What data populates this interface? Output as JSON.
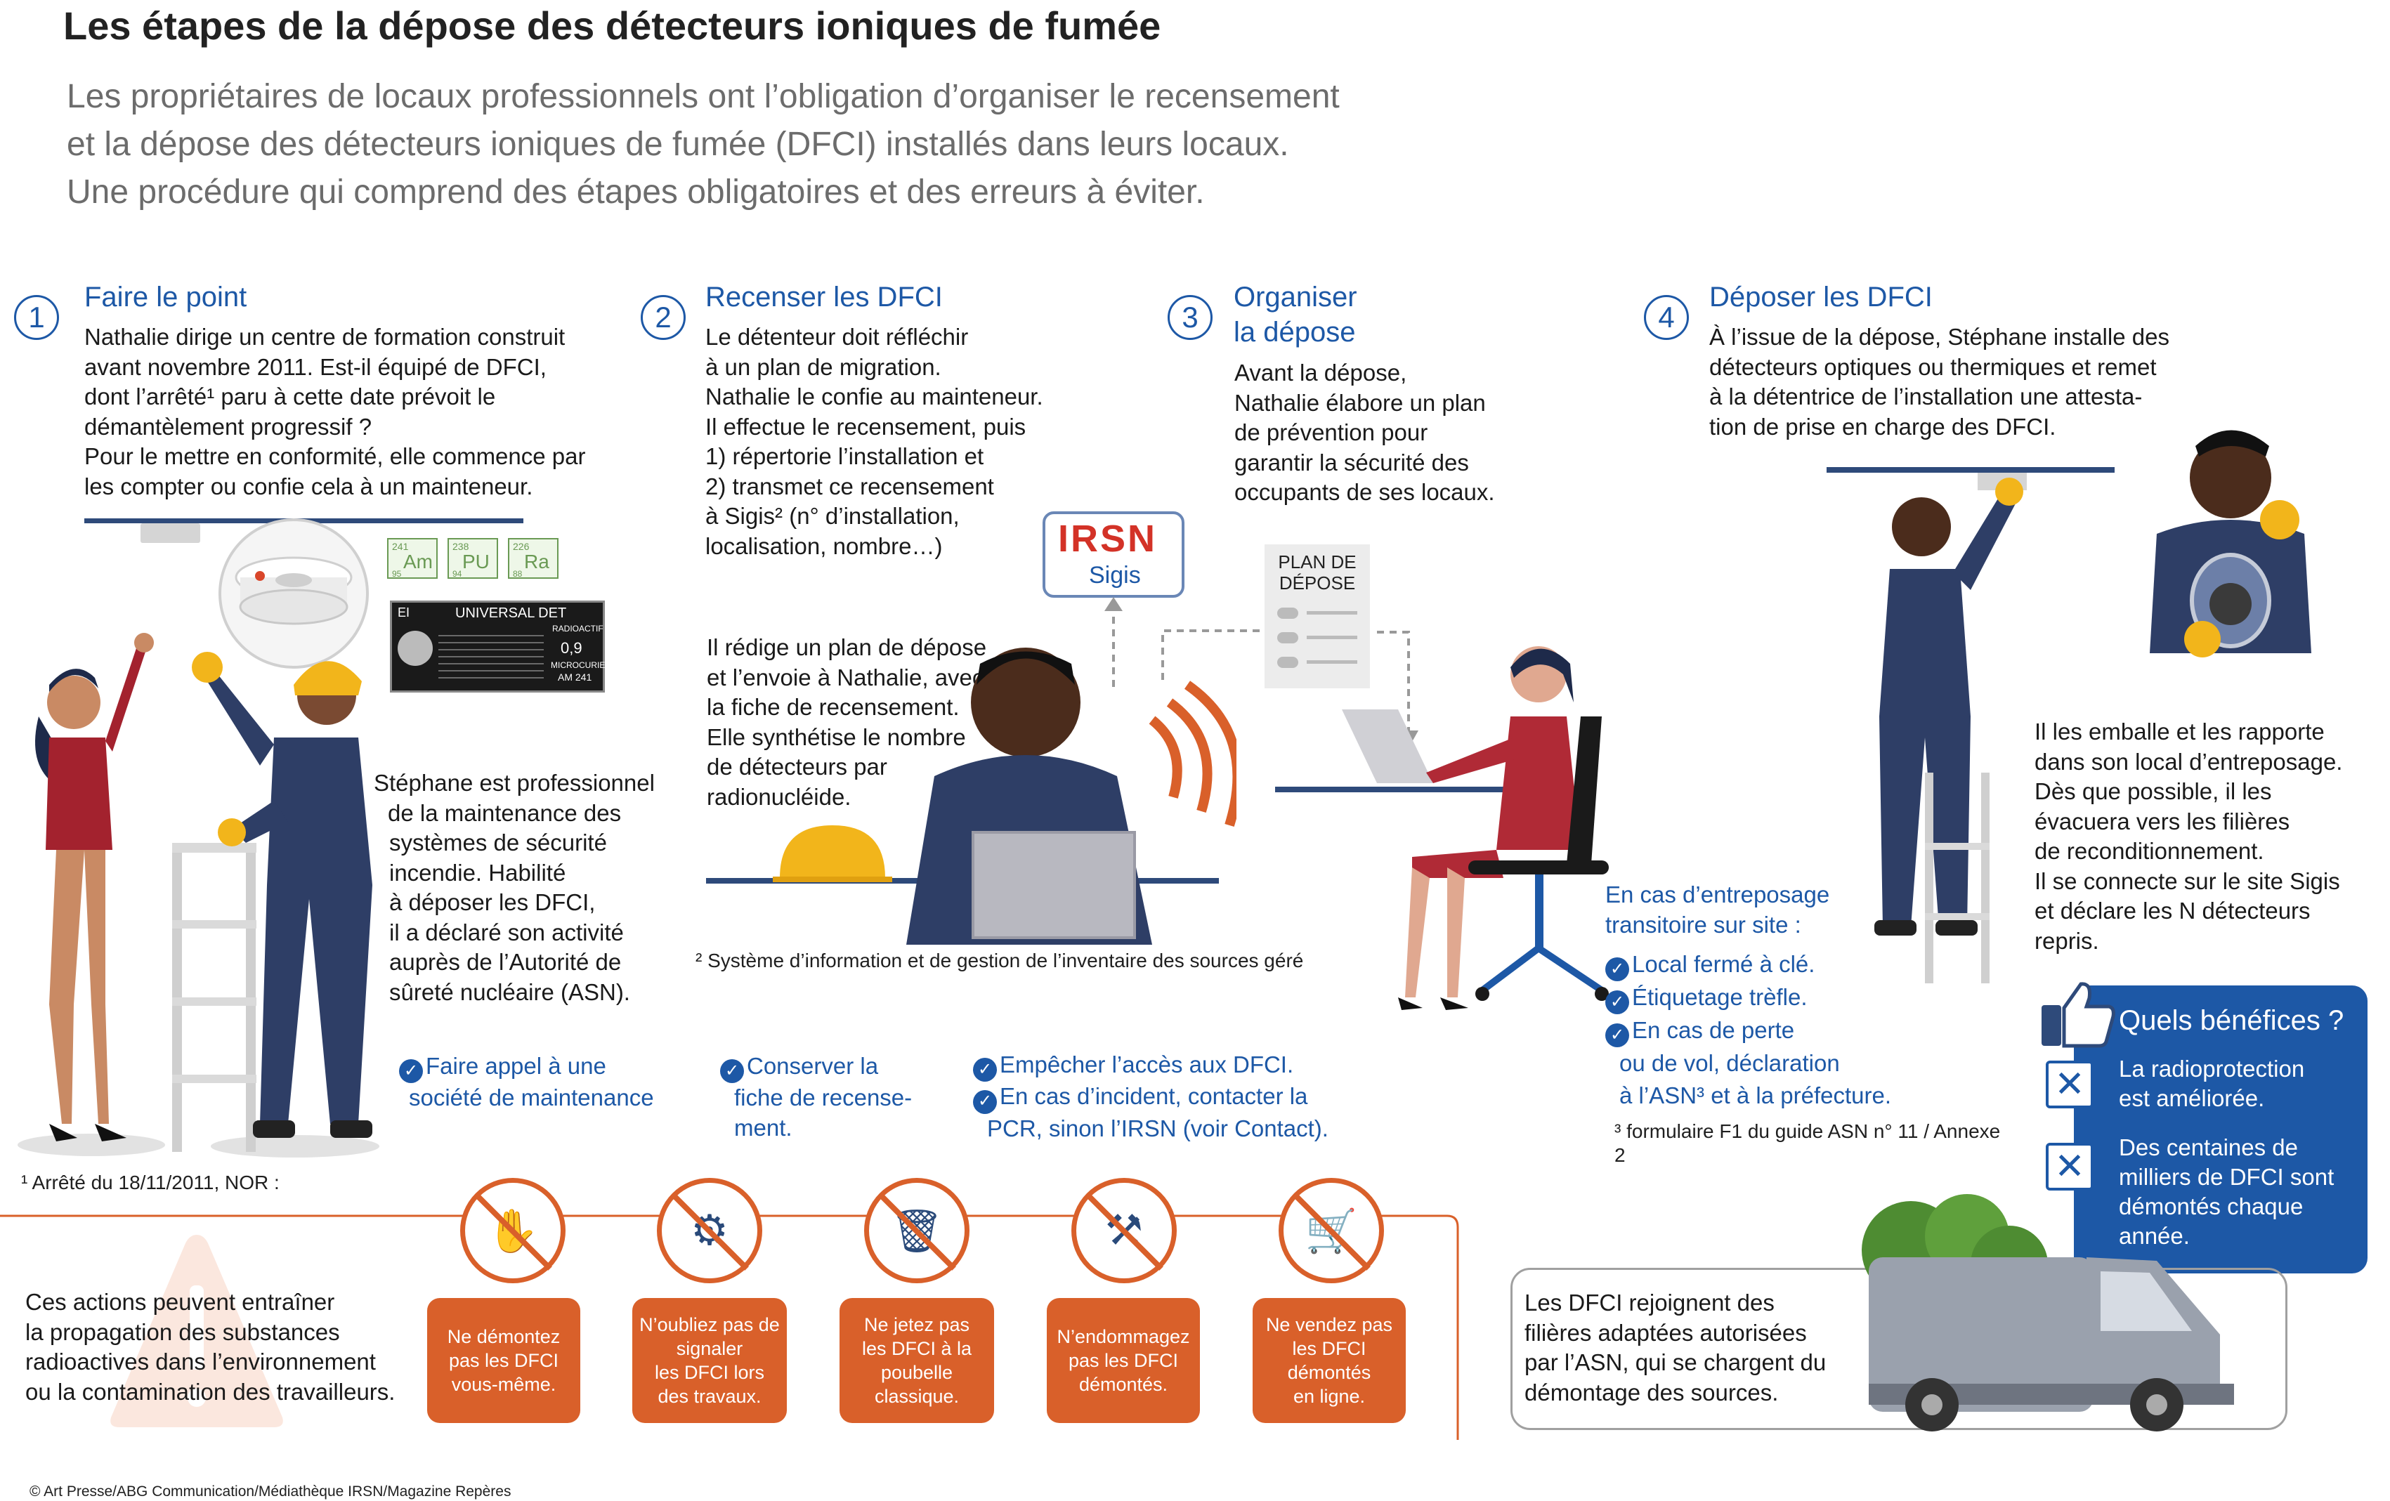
{
  "title": "Les étapes de la dépose des détecteurs ioniques de fumée",
  "intro": [
    "Les propriétaires de locaux professionnels ont l’obligation d’organiser le recensement",
    "et la dépose des détecteurs ioniques de fumée (DFCI) installés dans leurs locaux.",
    "Une procédure qui comprend des étapes obligatoires et des erreurs à éviter."
  ],
  "steps": [
    {
      "num": "1",
      "heading": [
        "Faire le point"
      ],
      "text": [
        "Nathalie dirige un centre de formation construit",
        "avant novembre 2011. Est-il équipé de DFCI,",
        "dont l’arrêté¹ paru à cette date prévoit le",
        "démantèlement progressif ?",
        "Pour le mettre en conformité, elle commence par",
        "les compter ou confie cela à un mainteneur."
      ],
      "side_text": [
        "Stéphane est professionnel",
        "de la maintenance des",
        "systèmes de sécurité",
        "incendie. Habilité",
        "à déposer les DFCI,",
        "il a déclaré son activité",
        "auprès de l’Autorité de",
        "sûreté nucléaire (ASN)."
      ],
      "check_text": [
        "Faire appel à une",
        "société de maintenance"
      ]
    },
    {
      "num": "2",
      "heading": [
        "Recenser les DFCI"
      ],
      "text": [
        "Le détenteur doit réfléchir",
        "à un plan de migration.",
        "Nathalie le confie au mainteneur.",
        "Il effectue le recensement, puis",
        "1) répertorie l’installation et",
        "2) transmet ce recensement",
        "à Sigis² (n° d’installation,",
        "localisation, nombre…)"
      ],
      "text2": [
        "Il rédige un plan de dépose",
        "et l’envoie à Nathalie, avec",
        "la fiche de recensement.",
        "Elle synthétise le nombre",
        "de détecteurs par",
        "radionucléide."
      ],
      "check_text": [
        "Conserver la",
        "fiche de recense-",
        "ment."
      ]
    },
    {
      "num": "3",
      "heading": [
        "Organiser",
        "la dépose"
      ],
      "text": [
        "Avant la dépose,",
        "Nathalie élabore un plan",
        "de prévention pour",
        "garantir la sécurité des",
        "occupants de ses locaux."
      ],
      "checks": [
        "Empêcher l’accès aux DFCI.",
        "En cas d’incident, contacter la",
        "PCR, sinon l’IRSN (voir Contact)."
      ]
    },
    {
      "num": "4",
      "heading": [
        "Déposer les DFCI"
      ],
      "text": [
        "À l’issue de la dépose, Stéphane installe des",
        "détecteurs optiques ou thermiques et remet",
        "à la détentrice de l’installation une attesta-",
        "tion de prise en charge des DFCI."
      ],
      "text2": [
        "Il les emballe et les rapporte",
        "dans son local d’entreposage.",
        "Dès que possible, il les",
        "évacuera vers les filières",
        "de reconditionnement.",
        "Il se connecte sur le site Sigis",
        "et déclare les N détecteurs",
        "repris."
      ]
    }
  ],
  "storage": {
    "heading": [
      "En cas d’entreposage",
      "transitoire sur site :"
    ],
    "items": [
      "Local fermé à clé.",
      "Étiquetage trèfle.",
      "En cas de perte"
    ],
    "continuation": [
      "ou de vol, déclaration",
      "à l’ASN³ et à la préfecture."
    ]
  },
  "footnotes": {
    "f1": "¹ Arrêté du 18/11/2011, NOR :",
    "f2": "² Système d’information et de gestion de l’inventaire des sources géré",
    "f3": [
      "³ formulaire F1 du guide ASN n° 11 / Annexe",
      "2"
    ]
  },
  "irsn": {
    "logo": "IRSN",
    "label": "Sigis"
  },
  "plan_doc": [
    "PLAN DE",
    "DÉPOSE"
  ],
  "detector_label": {
    "elements": [
      {
        "mass": "241",
        "symbol": "Am",
        "z": "95"
      },
      {
        "mass": "238",
        "symbol": "PU",
        "z": "94"
      },
      {
        "mass": "226",
        "symbol": "Ra",
        "z": "88"
      }
    ],
    "ei": "EI",
    "model": "UNIVERSAL DET",
    "radio": "RADIOACTIF",
    "value": "0,9",
    "unit": "MICROCURIE",
    "isotope": "AM 241"
  },
  "warning": [
    "Ces actions peuvent entraîner",
    "la propagation des substances",
    "radioactives dans l’environnement",
    "ou la contamination des travailleurs."
  ],
  "donts": [
    {
      "icon": "hand-detector-icon",
      "lines": [
        "Ne démontez",
        "pas les DFCI",
        "vous-même."
      ]
    },
    {
      "icon": "drill-icon",
      "lines": [
        "N’oubliez pas de",
        "signaler",
        "les DFCI lors",
        "des travaux."
      ]
    },
    {
      "icon": "trash-icon",
      "lines": [
        "Ne jetez pas",
        "les DFCI à la",
        "poubelle",
        "classique."
      ]
    },
    {
      "icon": "hammer-icon",
      "lines": [
        "N’endommagez",
        "pas les DFCI",
        "démontés."
      ]
    },
    {
      "icon": "cart-icon",
      "lines": [
        "Ne vendez pas",
        "les DFCI",
        "démontés",
        "en ligne."
      ]
    }
  ],
  "benefits": {
    "heading": "Quels bénéfices ?",
    "items": [
      [
        "La radioprotection",
        "est améliorée."
      ],
      [
        "Des centaines de",
        "milliers de DFCI sont",
        "démontés chaque",
        "année."
      ]
    ]
  },
  "channel_text": [
    "Les DFCI rejoignent des",
    "filières adaptées autorisées",
    "par l’ASN, qui se chargent du",
    "démontage des sources."
  ],
  "credit": "© Art Presse/ABG Communication/Médiathèque IRSN/Magazine Repères",
  "colors": {
    "blue": "#1d58a6",
    "orange": "#d9602a",
    "navy": "#2e3e66"
  }
}
